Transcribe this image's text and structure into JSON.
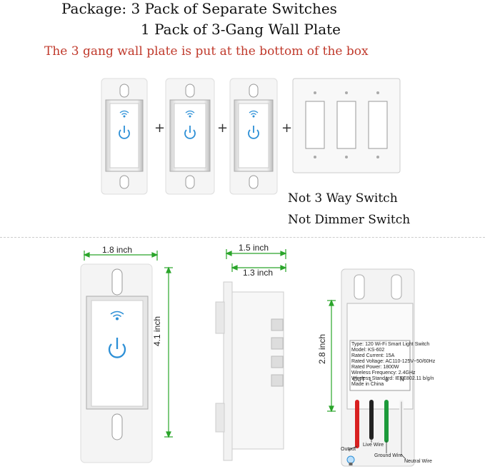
{
  "header": {
    "line1": "Package: 3 Pack of Separate Switches",
    "line2": "1 Pack of 3-Gang Wall Plate",
    "note_red": "The 3 gang wall plate is put at the bottom of the box"
  },
  "plus_sign": "+",
  "notes": [
    "Not 3 Way Switch",
    "Not Dimmer Switch"
  ],
  "dimensions": {
    "width": "1.8 inch",
    "height": "4.1 inch",
    "depth_total": "1.5 inch",
    "depth_body": "1.3 inch",
    "back_height": "2.8 inch"
  },
  "label_text": [
    "Type: 120 Wi-Fi Smart Light Switch",
    "Model: KS-602",
    "Rated Current: 15A",
    "Rated Voltage: AC110-125V~50/60Hz",
    "Rated Power: 1800W",
    "Wireless Frequency: 2.4GHz",
    "Wireless Standard: IEEE802.11 b/g/n",
    "Made in China"
  ],
  "terminal_marks": [
    "OUT",
    "L",
    "⏚",
    "N"
  ],
  "wires": {
    "output": "Output",
    "live": "Live Wire",
    "ground": "Ground Wire",
    "neutral": "Neutral Wire"
  },
  "colors": {
    "accent_blue": "#2c8fd6",
    "dimension_green": "#2aa52a",
    "note_red": "#c0392b",
    "wire_red": "#d82020",
    "wire_black": "#222222",
    "wire_green": "#1c9a3a",
    "wire_white": "#f4f4f4"
  },
  "icons": [
    "wifi-icon",
    "power-icon",
    "bulb-icon"
  ]
}
